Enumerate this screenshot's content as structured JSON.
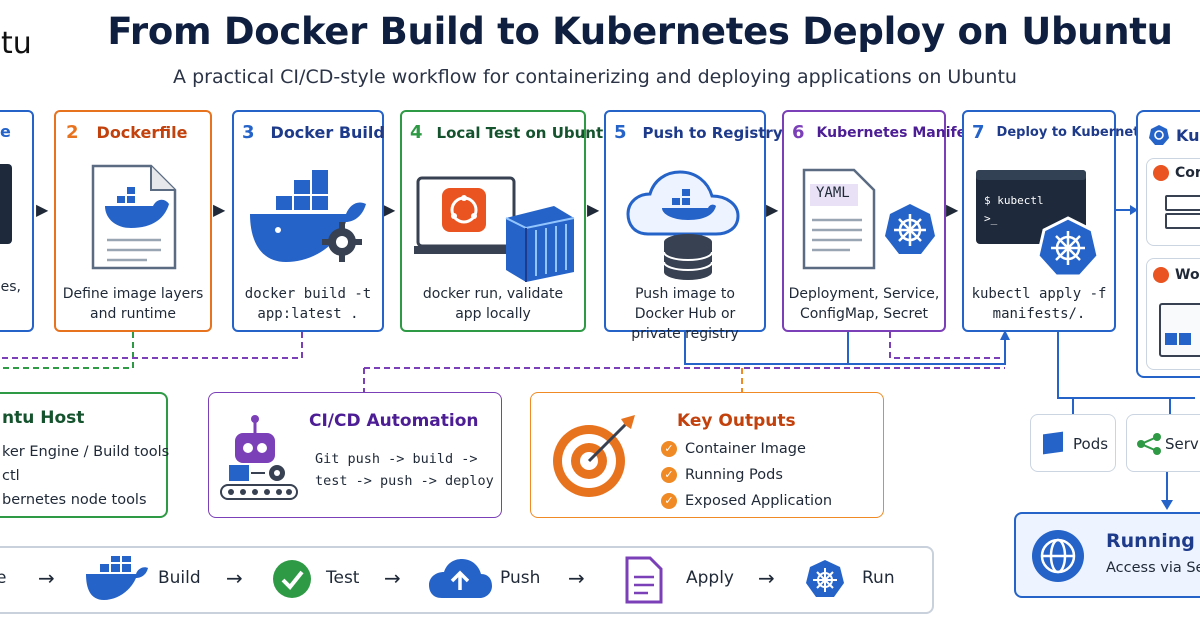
{
  "header": {
    "brand_fragment": "ntu",
    "title": "From Docker Build to Kubernetes Deploy on Ubuntu",
    "subtitle": "A practical CI/CD-style workflow for containerizing and deploying applications on Ubuntu"
  },
  "steps": [
    {
      "num": "",
      "label": "e",
      "desc": "cies,",
      "color": "#2563c9"
    },
    {
      "num": "2",
      "label": "Dockerfile",
      "desc": "Define image layers and runtime",
      "color": "#e8731f"
    },
    {
      "num": "3",
      "label": "Docker Build",
      "desc": "docker build -t app:latest .",
      "color": "#2563c9"
    },
    {
      "num": "4",
      "label": "Local Test on Ubuntu",
      "desc": "docker run, validate app locally",
      "color": "#2f9a45"
    },
    {
      "num": "5",
      "label": "Push to Registry",
      "desc": "Push image to Docker Hub or private registry",
      "color": "#2563c9"
    },
    {
      "num": "6",
      "label": "Kubernetes Manifests",
      "desc": "Deployment, Service, ConfigMap, Secret",
      "color": "#7b3fb8"
    },
    {
      "num": "7",
      "label": "Deploy to Kubernetes",
      "desc": "kubectl apply -f manifests/.",
      "color": "#2563c9"
    }
  ],
  "yaml_label": "YAML",
  "terminal": {
    "line1": "$ kubectl",
    "line2": ">_"
  },
  "cluster": {
    "title": "Kub",
    "node1": "Cor",
    "node2": "Wo"
  },
  "pods_label": "Pods",
  "service_label": "Servic",
  "running": {
    "title": "Running Ap",
    "sub": "Access via Ser"
  },
  "host": {
    "title": "ntu Host",
    "items": [
      "ker Engine / Build tools",
      "ctl",
      "bernetes node tools"
    ]
  },
  "cicd": {
    "title": "CI/CD Automation",
    "line1": "Git push -> build ->",
    "line2": "test -> push -> deploy"
  },
  "outputs": {
    "title": "Key Outputs",
    "items": [
      "Container Image",
      "Running Pods",
      "Exposed Application"
    ]
  },
  "flow": {
    "items": [
      "e",
      "Build",
      "Test",
      "Push",
      "Apply",
      "Run"
    ]
  },
  "colors": {
    "blue": "#2563c9",
    "orange": "#e8731f",
    "green": "#2f9a45",
    "purple": "#7b3fb8",
    "navy": "#0f1f40"
  }
}
